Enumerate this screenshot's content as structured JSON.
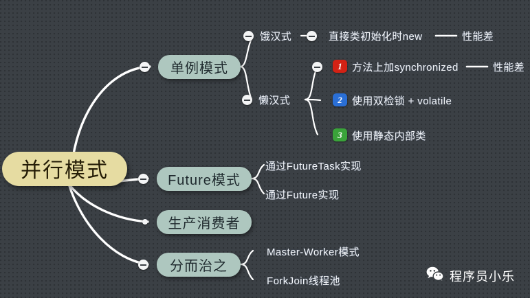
{
  "canvas": {
    "background_color": "#3b4045",
    "wire_color": "#ffffff"
  },
  "root": {
    "label": "并行模式",
    "fill_color": "#e6dca2",
    "text_color": "#241c06"
  },
  "branches": [
    {
      "label": "单例模式",
      "fill_color": "#aec7bf",
      "handle": "collapse-minus"
    },
    {
      "label": "Future模式",
      "fill_color": "#aec7bf",
      "handle": "collapse-minus"
    },
    {
      "label": "生产消费者",
      "fill_color": "#aec7bf",
      "handle": "leaf-dot"
    },
    {
      "label": "分而治之",
      "fill_color": "#aec7bf",
      "handle": "collapse-minus"
    }
  ],
  "singleton": {
    "eager": {
      "label": "饿汉式",
      "child": {
        "label": "直接类初始化时new",
        "note": "性能差"
      }
    },
    "lazy": {
      "label": "懒汉式",
      "children": [
        {
          "badge": "1",
          "badge_color": "#d32215",
          "label": "方法上加synchronized",
          "note": "性能差"
        },
        {
          "badge": "2",
          "badge_color": "#2a6fd6",
          "label": "使用双检锁 + volatile",
          "note": ""
        },
        {
          "badge": "3",
          "badge_color": "#3aa33a",
          "label": "使用静态内部类",
          "note": ""
        }
      ]
    }
  },
  "future": {
    "children": [
      {
        "label": "通过FutureTask实现"
      },
      {
        "label": "通过Future实现"
      }
    ]
  },
  "divide": {
    "children": [
      {
        "label": "Master-Worker模式"
      },
      {
        "label": "ForkJoin线程池"
      }
    ]
  },
  "watermark": {
    "icon": "wechat-icon",
    "label": "程序员小乐"
  }
}
